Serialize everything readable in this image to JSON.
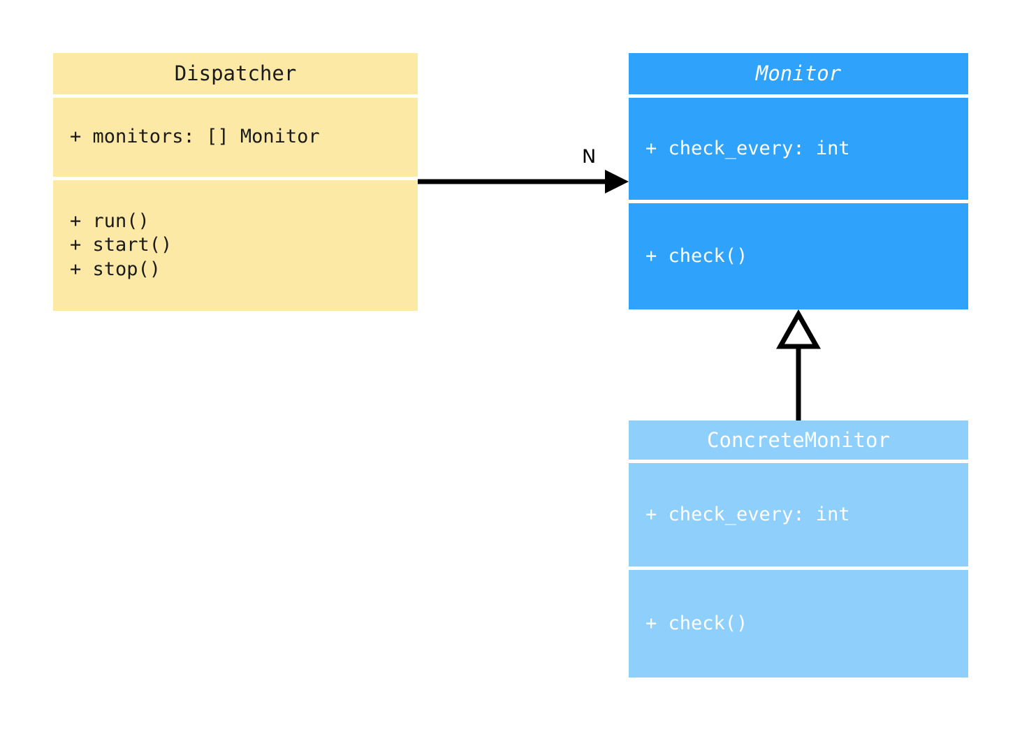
{
  "diagram": {
    "type": "uml-class-diagram",
    "background": "#ffffff",
    "classes": [
      {
        "id": "dispatcher",
        "name": "Dispatcher",
        "abstract": false,
        "fill": "#fce9a6",
        "text_color": "#1a1a1a",
        "attributes": [
          "+ monitors: [] Monitor"
        ],
        "methods": [
          "+ run()",
          "+ start()",
          "+ stop()"
        ]
      },
      {
        "id": "monitor",
        "name": "Monitor",
        "abstract": true,
        "fill": "#2fa3fb",
        "text_color": "#ffffff",
        "attributes": [
          "+ check_every: int"
        ],
        "methods": [
          "+ check()"
        ]
      },
      {
        "id": "concrete_monitor",
        "name": "ConcreteMonitor",
        "abstract": false,
        "fill": "#8ed0fb",
        "text_color": "#ffffff",
        "attributes": [
          "+ check_every: int"
        ],
        "methods": [
          "+ check()"
        ]
      }
    ],
    "relationships": [
      {
        "id": "dispatcher-monitor",
        "kind": "association",
        "from": "Dispatcher",
        "to": "Monitor",
        "arrowhead": "filled-arrow",
        "label": "N",
        "line_color": "#000000"
      },
      {
        "id": "concrete-monitor-inheritance",
        "kind": "generalization",
        "from": "ConcreteMonitor",
        "to": "Monitor",
        "arrowhead": "hollow-triangle",
        "label": "",
        "line_color": "#000000"
      }
    ]
  }
}
